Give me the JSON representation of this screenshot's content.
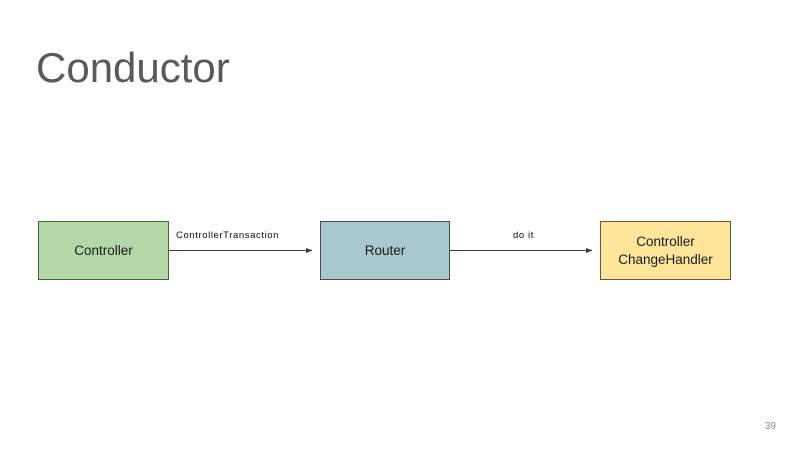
{
  "slide": {
    "title": "Conductor",
    "page_number": "39",
    "background_color": "#ffffff",
    "title_color": "#595959"
  },
  "diagram": {
    "type": "flow",
    "nodes": [
      {
        "id": "controller",
        "label": "Controller",
        "fill": "#b4d7a8",
        "stroke": "#47663b"
      },
      {
        "id": "router",
        "label": "Router",
        "fill": "#a8c8cd",
        "stroke": "#4d4d4d"
      },
      {
        "id": "controller-change-handler",
        "label_line_1": "Controller",
        "label_line_2": "ChangeHandler",
        "fill": "#ffe599",
        "stroke": "#6b5a35"
      }
    ],
    "edges": [
      {
        "id": "edge-controller-router",
        "from": "controller",
        "to": "router",
        "label": "ControllerTransaction"
      },
      {
        "id": "edge-router-changehandler",
        "from": "router",
        "to": "controller-change-handler",
        "label": "do it"
      }
    ]
  }
}
